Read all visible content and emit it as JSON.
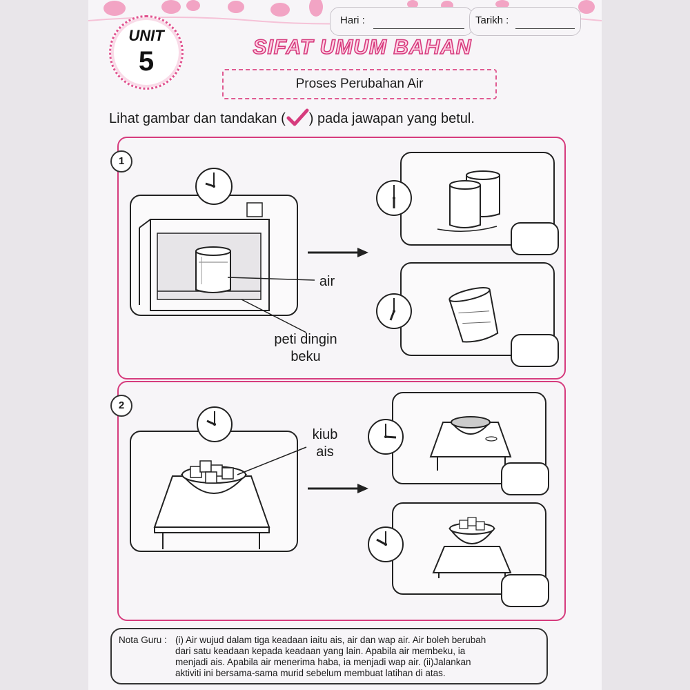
{
  "header": {
    "day_label": "Hari :",
    "date_label": "Tarikh :"
  },
  "unit": {
    "word": "UNIT",
    "number": "5"
  },
  "title": "SIFAT UMUM BAHAN",
  "subtitle": "Proses Perubahan Air",
  "instruction": {
    "before": "Lihat gambar dan tandakan (",
    "after": ") pada jawapan yang betul."
  },
  "questions": [
    {
      "number": "1",
      "labels": {
        "water": "air",
        "freezer_line1": "peti dingin",
        "freezer_line2": "beku"
      }
    },
    {
      "number": "2",
      "labels": {
        "ice_line1": "kiub",
        "ice_line2": "ais"
      }
    }
  ],
  "teacher_note": {
    "label": "Nota Guru :",
    "lines": [
      "(i) Air wujud dalam tiga keadaan iaitu ais, air dan wap air. Air boleh berubah",
      "dari satu keadaan kepada keadaan yang lain. Apabila air membeku, ia",
      "menjadi ais. Apabila air menerima haba, ia menjadi wap air. (ii)Jalankan",
      "aktiviti ini bersama-sama murid sebelum membuat latihan di atas."
    ]
  },
  "colors": {
    "accent": "#d63b7d",
    "ink": "#1a1a1a"
  }
}
